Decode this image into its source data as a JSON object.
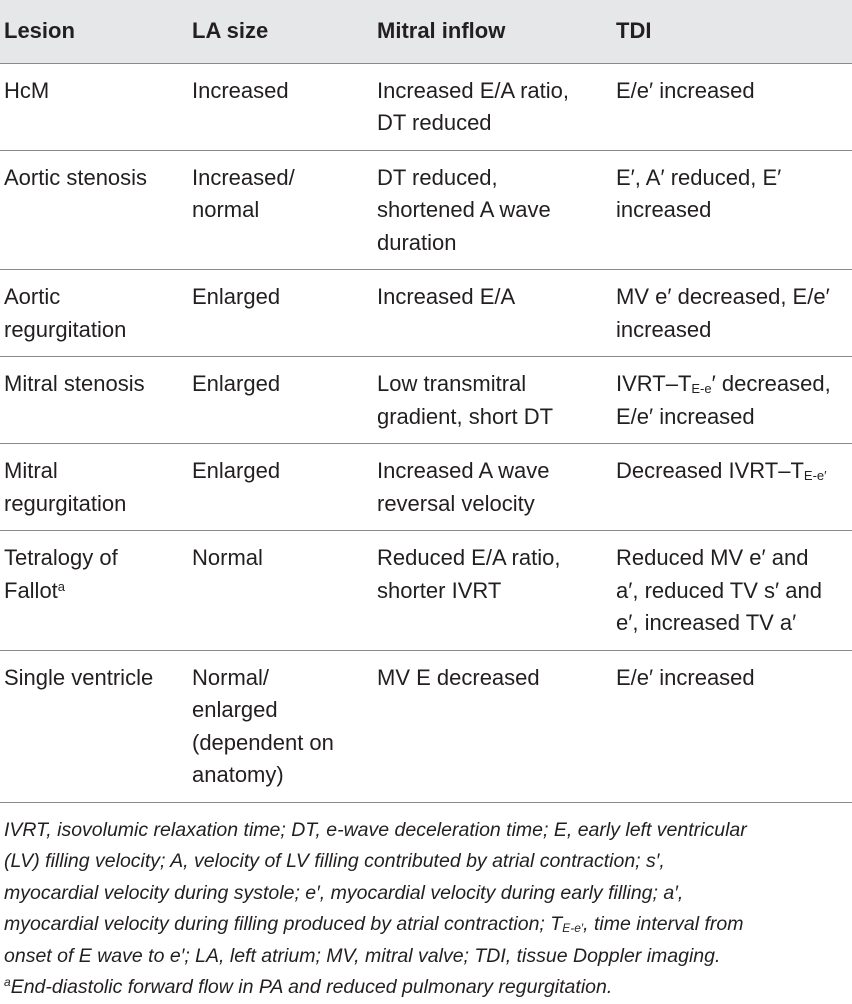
{
  "headers": [
    "Lesion",
    "LA size",
    "Mitral inflow",
    "TDI"
  ],
  "rows": [
    {
      "lesion": [
        "HcM"
      ],
      "la": [
        "Increased"
      ],
      "mitral": [
        "Increased E/A ratio,",
        "DT reduced"
      ],
      "tdi": [
        "E/e′ increased"
      ]
    },
    {
      "lesion": [
        "Aortic stenosis"
      ],
      "la": [
        "Increased/",
        "normal"
      ],
      "mitral": [
        "DT reduced,",
        "shortened A wave",
        "duration"
      ],
      "tdi": [
        "E′, A′ reduced, E′",
        "increased"
      ]
    },
    {
      "lesion": [
        "Aortic",
        "regurgitation"
      ],
      "la": [
        "Enlarged"
      ],
      "mitral": [
        "Increased E/A"
      ],
      "tdi": [
        "MV e′ decreased, E/e′",
        "increased"
      ]
    },
    {
      "lesion": [
        "Mitral stenosis"
      ],
      "la": [
        "Enlarged"
      ],
      "mitral": [
        "Low transmitral",
        "gradient, short DT"
      ],
      "tdi_line1_pre": "IVRT–T",
      "tdi_line1_sub": "E-e",
      "tdi_line1_post": "′ decreased,",
      "tdi_line2": "E/e′ increased"
    },
    {
      "lesion": [
        "Mitral",
        "regurgitation"
      ],
      "la": [
        "Enlarged"
      ],
      "mitral": [
        "Increased A wave",
        "reversal velocity"
      ],
      "tdi_pre": "Decreased IVRT–T",
      "tdi_sub": "E-e′"
    },
    {
      "lesion_line1": "Tetralogy of",
      "lesion_line2": "Fallot",
      "lesion_sup": "a",
      "la": [
        "Normal"
      ],
      "mitral": [
        "Reduced E/A ratio,",
        "shorter IVRT"
      ],
      "tdi": [
        "Reduced MV e′ and",
        "a′, reduced TV s′ and",
        "e′, increased TV a′"
      ]
    },
    {
      "lesion": [
        "Single ventricle"
      ],
      "la": [
        "Normal/",
        "enlarged",
        "(dependent on",
        "anatomy)"
      ],
      "mitral": [
        "MV E decreased"
      ],
      "tdi": [
        "E/e′ increased"
      ]
    }
  ],
  "footnote": {
    "l1": "IVRT, isovolumic relaxation time; DT, e-wave deceleration time; E, early left ventricular",
    "l2": "(LV) filling velocity; A, velocity of LV filling contributed by atrial contraction; s′,",
    "l3": "myocardial velocity during systole; e′, myocardial velocity during early filling; a′,",
    "l4_pre": "myocardial velocity during filling produced by atrial contraction; T",
    "l4_sub": "E-e′",
    "l4_post": ", time interval from",
    "l5": "onset of E wave to e′; LA, left atrium; MV, mitral valve; TDI, tissue Doppler imaging.",
    "l6_sup": "a",
    "l6": "End-diastolic forward flow in PA and reduced pulmonary regurgitation."
  }
}
